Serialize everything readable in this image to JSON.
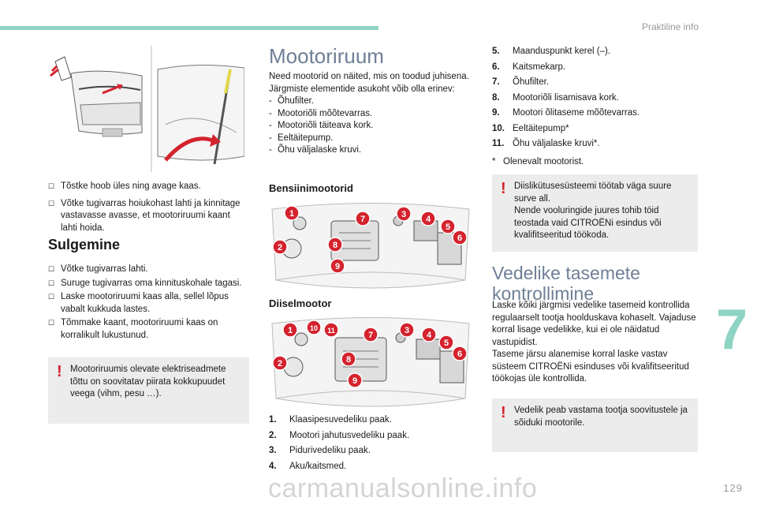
{
  "header": {
    "section": "Praktiline info",
    "chapter": "7",
    "page": "129"
  },
  "watermark": "carmanualsonline.info",
  "left": {
    "open_steps": [
      "Tõstke hoob üles ning avage kaas.",
      "Võtke tugivarras hoiukohast lahti ja kinnitage vastavasse avasse, et mootoriruumi kaant lahti hoida."
    ],
    "closing_title": "Sulgemine",
    "closing_steps": [
      "Võtke tugivarras lahti.",
      "Suruge tugivarras oma kinnituskohale tagasi.",
      "Laske mootoriruumi kaas alla, sellel lõpus vabalt kukkuda lastes.",
      "Tõmmake kaant, mootoriruumi kaas on korralikult lukustunud."
    ],
    "warning": "Mootoriruumis olevate elektriseadmete tõttu on soovitatav piirata kokkupuudet veega (vihm, pesu …)."
  },
  "middle": {
    "title": "Mootoriruum",
    "intro_1": "Need mootorid on näited, mis on toodud juhisena.",
    "intro_2": "Järgmiste elementide asukoht võib olla erinev:",
    "dash_items": [
      "Õhufilter.",
      "Mootoriõli mõõtevarras.",
      "Mootoriõli täiteava kork.",
      "Eeltäitepump.",
      "Õhu väljalaske kruvi."
    ],
    "petrol_title": "Bensiinimootorid",
    "diesel_title": "Diiselmootor",
    "petrol_labels": [
      "1",
      "7",
      "3",
      "4",
      "5",
      "6",
      "2",
      "8",
      "9"
    ],
    "diesel_labels": [
      "1",
      "10",
      "11",
      "7",
      "3",
      "4",
      "5",
      "6",
      "2",
      "8",
      "9"
    ],
    "numbered": [
      {
        "n": "1.",
        "text": "Klaasipesuvedeliku paak."
      },
      {
        "n": "2.",
        "text": "Mootori jahutusvedeliku paak."
      },
      {
        "n": "3.",
        "text": "Pidurivedeliku paak."
      },
      {
        "n": "4.",
        "text": "Aku/kaitsmed."
      }
    ]
  },
  "right": {
    "numbered": [
      {
        "n": "5.",
        "text": "Maanduspunkt kerel (–)."
      },
      {
        "n": "6.",
        "text": "Kaitsmekarp."
      },
      {
        "n": "7.",
        "text": "Õhufilter."
      },
      {
        "n": "8.",
        "text": "Mootoriõli lisamisava kork."
      },
      {
        "n": "9.",
        "text": "Mootori õlitaseme mõõtevarras."
      },
      {
        "n": "10.",
        "text": "Eeltäitepump*"
      },
      {
        "n": "11.",
        "text": "Õhu väljalaske kruvi*."
      }
    ],
    "footnote": "*   Olenevalt mootorist.",
    "warning_1a": "Diislikütusesüsteemi töötab väga suure surve all.",
    "warning_1b": "Nende vooluringide juures tohib töid teostada vaid CITROËNi esindus või kvalifitseeritud töökoda.",
    "fluid_title_1": "Vedelike tasemete",
    "fluid_title_2": "kontrollimine",
    "fluid_text": "Laske kõiki järgmisi vedelike tasemeid kontrollida regulaarselt tootja hoolduskava kohaselt. Vajaduse korral lisage vedelikke, kui ei ole näidatud vastupidist.",
    "fluid_text_2": "Taseme järsu alanemise korral laske vastav süsteem CITROËNi esinduses või kvalifitseeritud töökojas üle kontrollida.",
    "warning_2": "Vedelik peab vastama tootja soovitustele ja sõiduki mootorile."
  },
  "colors": {
    "accent": "#8fd3c2",
    "badge": "#d4232e",
    "warning_bg": "#ececec",
    "title_blue": "#6e7f96"
  }
}
